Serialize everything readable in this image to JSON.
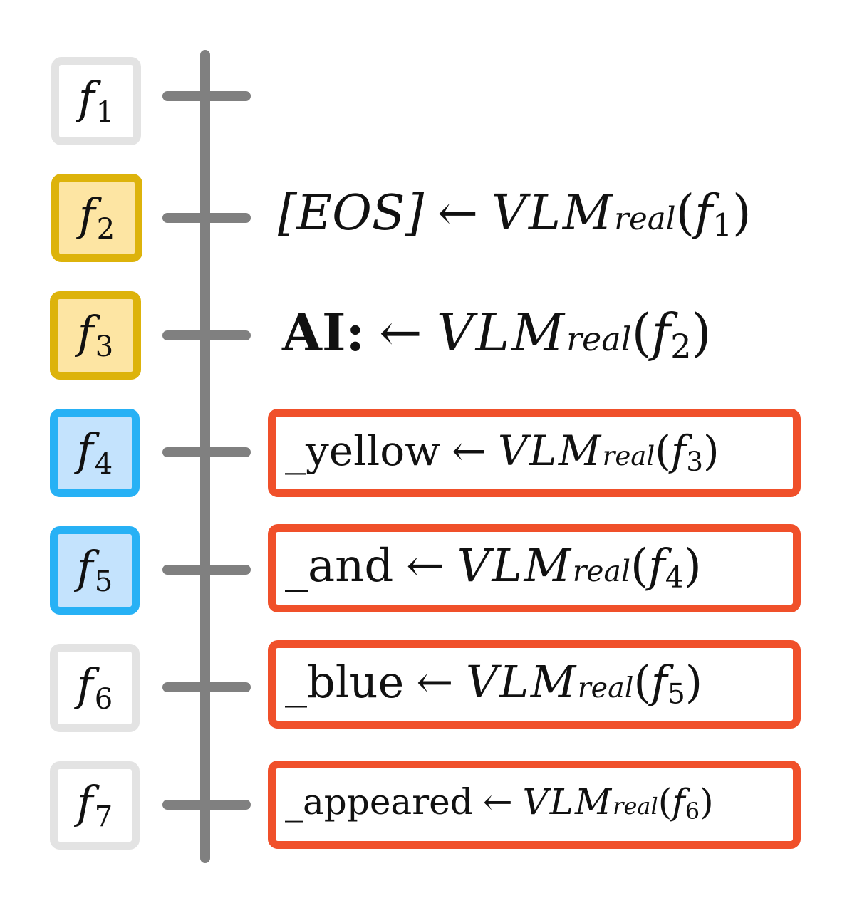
{
  "frames": [
    {
      "label": "f",
      "index": "1",
      "color": "gray"
    },
    {
      "label": "f",
      "index": "2",
      "color": "yellow"
    },
    {
      "label": "f",
      "index": "3",
      "color": "yellow"
    },
    {
      "label": "f",
      "index": "4",
      "color": "blue"
    },
    {
      "label": "f",
      "index": "5",
      "color": "blue"
    },
    {
      "label": "f",
      "index": "6",
      "color": "gray"
    },
    {
      "label": "f",
      "index": "7",
      "color": "gray"
    }
  ],
  "outputs": [
    {
      "token": "[EOS]",
      "arrow": "←",
      "model": "VLM",
      "model_sub": "real",
      "arg": "f",
      "arg_sub": "1",
      "highlighted": false
    },
    {
      "token": "AI:",
      "arrow": "←",
      "model": "VLM",
      "model_sub": "real",
      "arg": "f",
      "arg_sub": "2",
      "highlighted": false
    },
    {
      "token": "_yellow",
      "arrow": "←",
      "model": "VLM",
      "model_sub": "real",
      "arg": "f",
      "arg_sub": "3",
      "highlighted": true
    },
    {
      "token": "_and",
      "arrow": "←",
      "model": "VLM",
      "model_sub": "real",
      "arg": "f",
      "arg_sub": "4",
      "highlighted": true
    },
    {
      "token": "_blue",
      "arrow": "←",
      "model": "VLM",
      "model_sub": "real",
      "arg": "f",
      "arg_sub": "5",
      "highlighted": true
    },
    {
      "token": "_appeared",
      "arrow": "←",
      "model": "VLM",
      "model_sub": "real",
      "arg": "f",
      "arg_sub": "6",
      "highlighted": true
    }
  ],
  "colors": {
    "axis": "#808080",
    "highlight_border": "#f0502a",
    "gray_border": "#e3e3e3",
    "yellow_fill": "#fde5a3",
    "yellow_border": "#ddb30b",
    "blue_fill": "#c4e3fd",
    "blue_border": "#27b1f5"
  }
}
